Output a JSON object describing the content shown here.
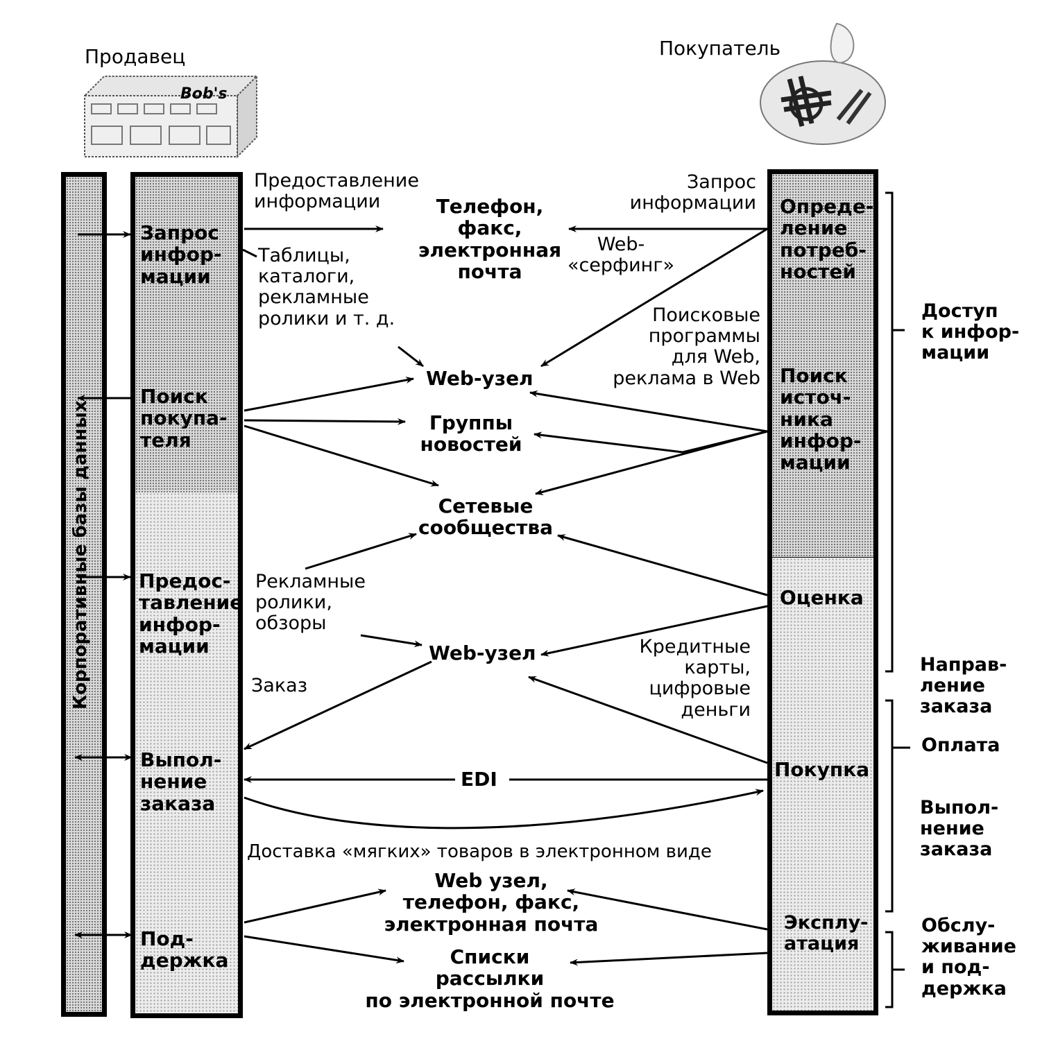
{
  "header": {
    "seller_label": "Продавец",
    "buyer_label": "Покупатель",
    "seller_sign": "Bob's"
  },
  "database_column": {
    "label": "Корпоративные базы данных"
  },
  "seller_column": {
    "stages": [
      "Запрос\nинфор-\nмации",
      "Поиск\nпокупа-\nтеля",
      "Предос-\nтавление\nинфор-\nмации",
      "Выпол-\nнение\nзаказа",
      "Под-\nдержка"
    ]
  },
  "buyer_column": {
    "stages": [
      "Опреде-\nление\nпотреб-\nностей",
      "Поиск\nисточ-\nника\nинфор-\nмации",
      "Оценка",
      "Покупка",
      "Эксплу-\nатация"
    ]
  },
  "phases": [
    "Доступ\nк инфор-\nмации",
    "Направ-\nление\nзаказа",
    "Оплата",
    "Выпол-\nнение\nзаказа",
    "Обслу-\nживание\nи под-\nдержка"
  ],
  "channels": {
    "phone_fax_email": "Телефон,\nфакс,\nэлектронная\nпочта",
    "web_node_1": "Web-узел",
    "newsgroups": "Группы\nновостей",
    "communities": "Сетевые\nсообщества",
    "web_node_2": "Web-узел",
    "edi": "EDI",
    "support_channels": "Web узел,\nтелефон, факс,\nэлектронная почта",
    "mailing_lists": "Списки\nрассылки\nпо электронной почте"
  },
  "annotations": {
    "info_provision": "Предоставление\nинформации",
    "info_request": "Запрос\nинформации",
    "tables_catalogs": "Таблицы,\nкаталоги,\nрекламные\nролики и т. д.",
    "web_surfing": "Web-\n«серфинг»",
    "search_programs": "Поисковые\nпрограммы\nдля Web,\nреклама в Web",
    "ads_reviews": "Рекламные\nролики,\nобзоры",
    "order": "Заказ",
    "credit_cards": "Кредитные\nкарты,\nцифровые\nденьги",
    "soft_goods": "Доставка «мягких» товаров в электронном виде"
  }
}
